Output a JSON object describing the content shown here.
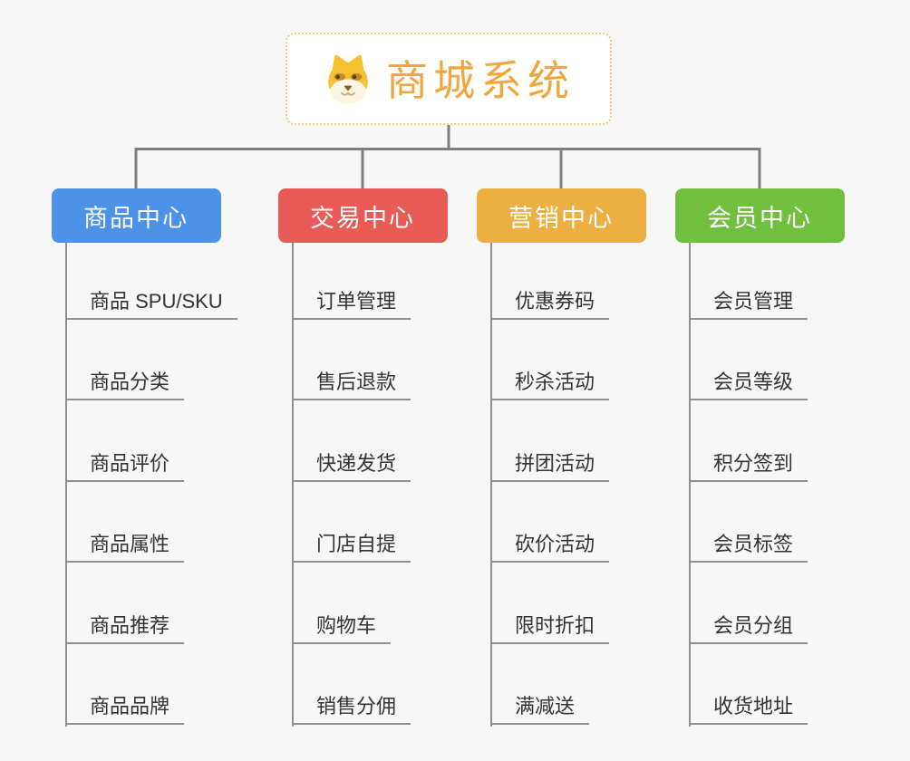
{
  "root": {
    "title": "商城系统",
    "icon": "dog-face-icon",
    "title_color": "#F0A63C",
    "border_color": "#F4C87E"
  },
  "colors": {
    "background": "#F7F7F7",
    "top_connector": "#7F7F7F",
    "branch_line": "#8F8F8F",
    "leaf_text": "#333333"
  },
  "branches": [
    {
      "label": "商品中心",
      "color": "#4B92E8",
      "children": [
        "商品 SPU/SKU",
        "商品分类",
        "商品评价",
        "商品属性",
        "商品推荐",
        "商品品牌"
      ]
    },
    {
      "label": "交易中心",
      "color": "#E85B57",
      "children": [
        "订单管理",
        "售后退款",
        "快递发货",
        "门店自提",
        "购物车",
        "销售分佣"
      ]
    },
    {
      "label": "营销中心",
      "color": "#ECAF41",
      "children": [
        "优惠券码",
        "秒杀活动",
        "拼团活动",
        "砍价活动",
        "限时折扣",
        "满减送"
      ]
    },
    {
      "label": "会员中心",
      "color": "#70BF3F",
      "children": [
        "会员管理",
        "会员等级",
        "积分签到",
        "会员标签",
        "会员分组",
        "收货地址"
      ]
    }
  ]
}
